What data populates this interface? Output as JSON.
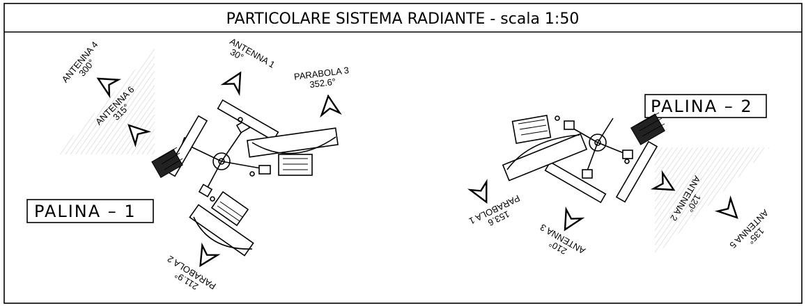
{
  "title": "PARTICOLARE SISTEMA RADIANTE - scala 1:50",
  "palina_1": "PALINA – 1",
  "palina_2": "PALINA – 2",
  "labels": {
    "antenna_4": {
      "name": "ANTENNA 4",
      "angle": "300°"
    },
    "antenna_1": {
      "name": "ANTENNA 1",
      "angle": "30°"
    },
    "antenna_6": {
      "name": "ANTENNA 6",
      "angle": "315°"
    },
    "parabola_3": {
      "name": "PARABOLA 3",
      "angle": "352.6°"
    },
    "parabola_2": {
      "name": "PARABOLA 2",
      "angle": "211.9°"
    },
    "parabola_1": {
      "name": "PARABOLA 1",
      "angle": "153.6"
    },
    "antenna_3": {
      "name": "ANTENNA 3",
      "angle": "210°"
    },
    "antenna_2": {
      "name": "ANTENNA 2",
      "angle": "120°"
    },
    "antenna_5": {
      "name": "ANTENNA 5",
      "angle": "135°"
    }
  }
}
